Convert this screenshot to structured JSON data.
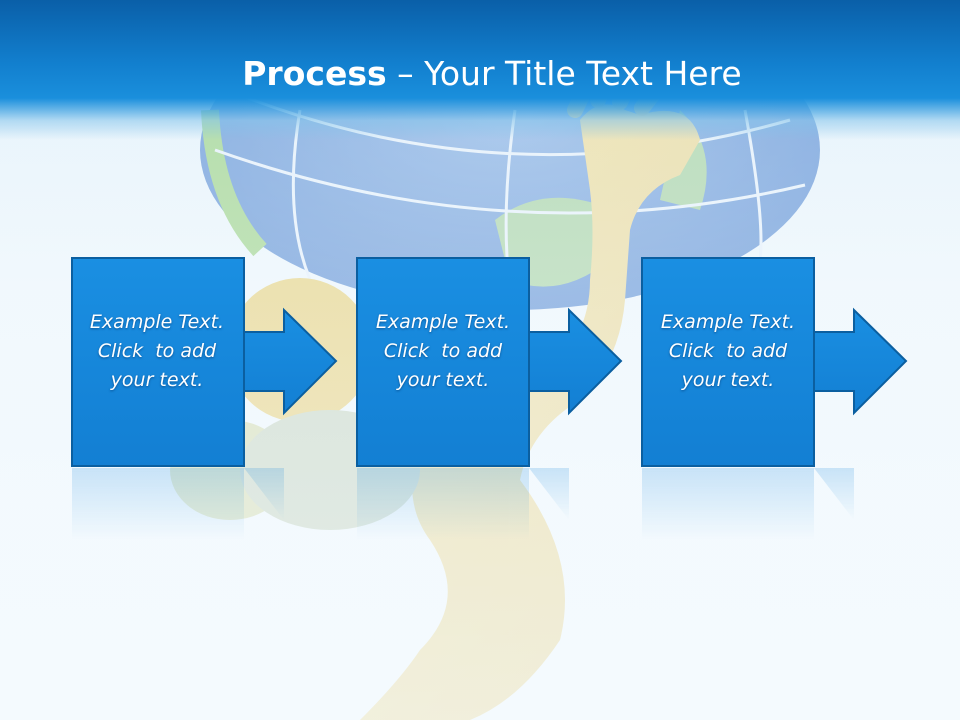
{
  "slide": {
    "title_bold": "Process",
    "title_rest": " – Your Title Text Here",
    "accent_color": "#1486dc",
    "header_color": "#0a5fa8"
  },
  "steps": [
    {
      "line1": "Example Text.",
      "line2": "Click  to add",
      "line3": "your text."
    },
    {
      "line1": "Example Text.",
      "line2": "Click  to add",
      "line3": "your text."
    },
    {
      "line1": "Example Text.",
      "line2": "Click  to add",
      "line3": "your text."
    }
  ],
  "icons": {
    "background": "globe-figure-illustration",
    "step_arrow": "arrow-right-icon"
  }
}
